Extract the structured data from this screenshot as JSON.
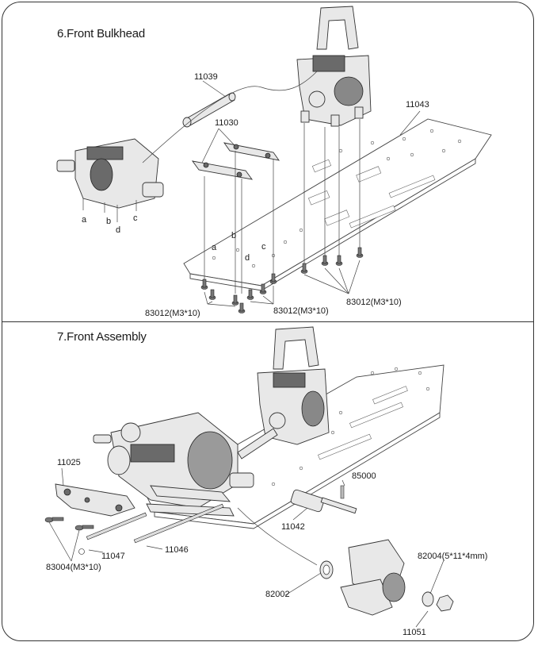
{
  "sections": [
    {
      "title": "6.Front Bulkhead",
      "part_numbers": [
        "11039",
        "11030",
        "11043"
      ],
      "letters_left": [
        "a",
        "b",
        "d",
        "c"
      ],
      "letters_right": [
        "a",
        "b",
        "d",
        "c"
      ],
      "screw_labels": [
        "83012(M3*10)",
        "83012(M3*10)",
        "83012(M3*10)"
      ]
    },
    {
      "title": "7.Front Assembly",
      "part_numbers": [
        "11025",
        "85000",
        "11042",
        "11047",
        "11046",
        "82002",
        "11051"
      ],
      "screw_labels": [
        "83004(M3*10)",
        "82004(5*11*4mm)"
      ]
    }
  ]
}
